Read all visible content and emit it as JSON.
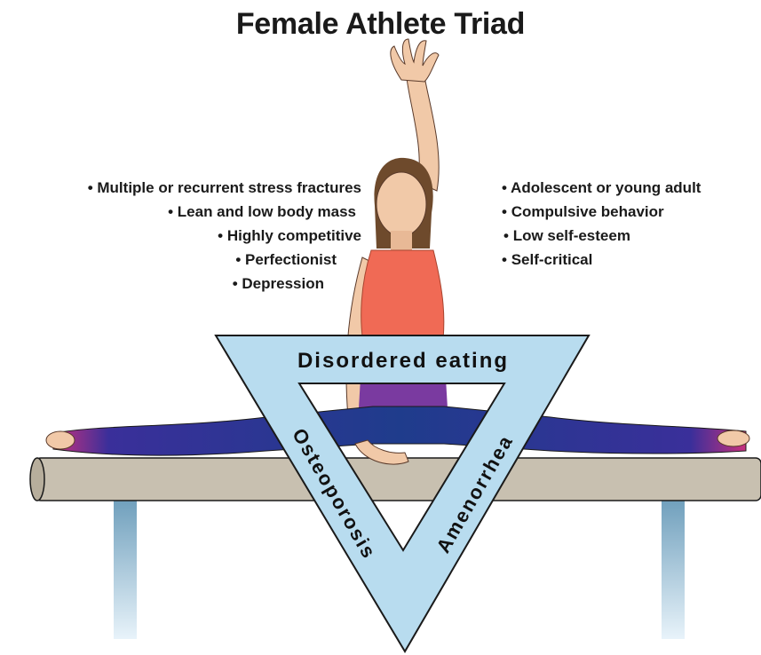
{
  "title": "Female Athlete Triad",
  "left_factors": [
    "Multiple or recurrent stress fractures",
    "Lean and low body mass",
    "Highly competitive",
    "Perfectionist",
    "Depression"
  ],
  "right_factors": [
    "Adolescent or young adult",
    "Compulsive behavior",
    "Low self-esteem",
    "Self-critical"
  ],
  "triangle": {
    "top": "Disordered eating",
    "left": "Osteoporosis",
    "right": "Amenorrhea"
  },
  "colors": {
    "triangle_fill": "#b8dcef",
    "triangle_stroke": "#1a1a1a",
    "beam": "#c8c0b0",
    "leg_post": "#9fc3d8",
    "top": "#f06a55",
    "leggings": "#1f3c8c",
    "leggings_accent": "#c8317e",
    "skin": "#f1c9a8",
    "hair": "#6e4a2c"
  }
}
